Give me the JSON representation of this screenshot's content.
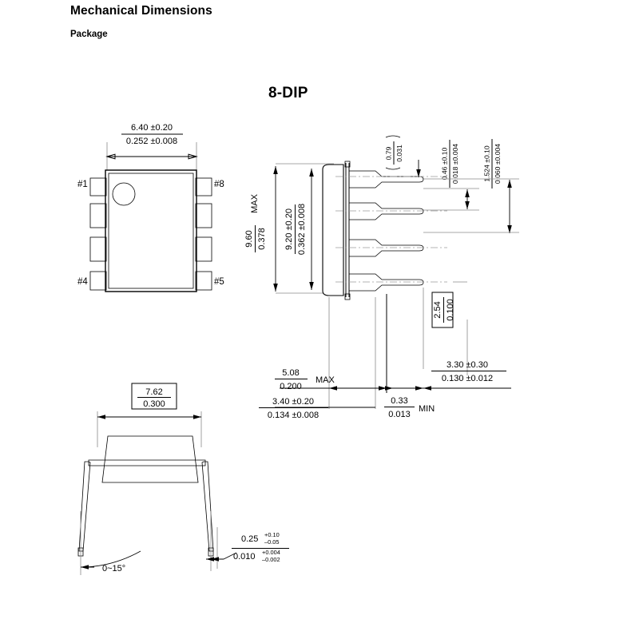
{
  "header": {
    "title": "Mechanical Dimensions",
    "subtitle": "Package"
  },
  "package": {
    "title": "8-DIP",
    "pins": {
      "pin1": "#1",
      "pin4": "#4",
      "pin5": "#5",
      "pin8": "#8"
    }
  },
  "dimensions": {
    "body_width": {
      "mm": "6.40 ±0.20",
      "inch": "0.252 ±0.008"
    },
    "body_length_max": {
      "mm": "9.60",
      "inch": "0.378",
      "note": "MAX"
    },
    "body_length": {
      "mm": "9.20 ±0.20",
      "inch": "0.362 ±0.008"
    },
    "lead_shoulder": {
      "mm": "0.79",
      "inch": "0.031"
    },
    "lead_thickness_side": {
      "mm": "0.46 ±0.10",
      "inch": "0.018 ±0.004"
    },
    "lead_width_side": {
      "mm": "1.524 ±0.10",
      "inch": "0.060 ±0.004"
    },
    "lead_pitch": {
      "mm": "2.54",
      "inch": "0.100"
    },
    "seating_height_max": {
      "mm": "5.08",
      "inch": "0.200",
      "note": "MAX"
    },
    "body_height": {
      "mm": "3.40 ±0.20",
      "inch": "0.134 ±0.008"
    },
    "standoff_min": {
      "mm": "0.33",
      "inch": "0.013",
      "note": "MIN"
    },
    "lead_length": {
      "mm": "3.30 ±0.30",
      "inch": "0.130 ±0.012"
    },
    "row_spacing": {
      "mm": "7.62",
      "inch": "0.300"
    },
    "lead_thickness_front": {
      "mm": "0.25",
      "mm_plus": "+0.10",
      "mm_minus": "–0.05",
      "inch": "0.010",
      "inch_plus": "+0.004",
      "inch_minus": "–0.002"
    },
    "lead_angle": {
      "value": "0~15°"
    }
  },
  "colors": {
    "line": "#000000",
    "extension": "#8a8a8a",
    "center": "#9a9a9a",
    "background": "#ffffff"
  }
}
